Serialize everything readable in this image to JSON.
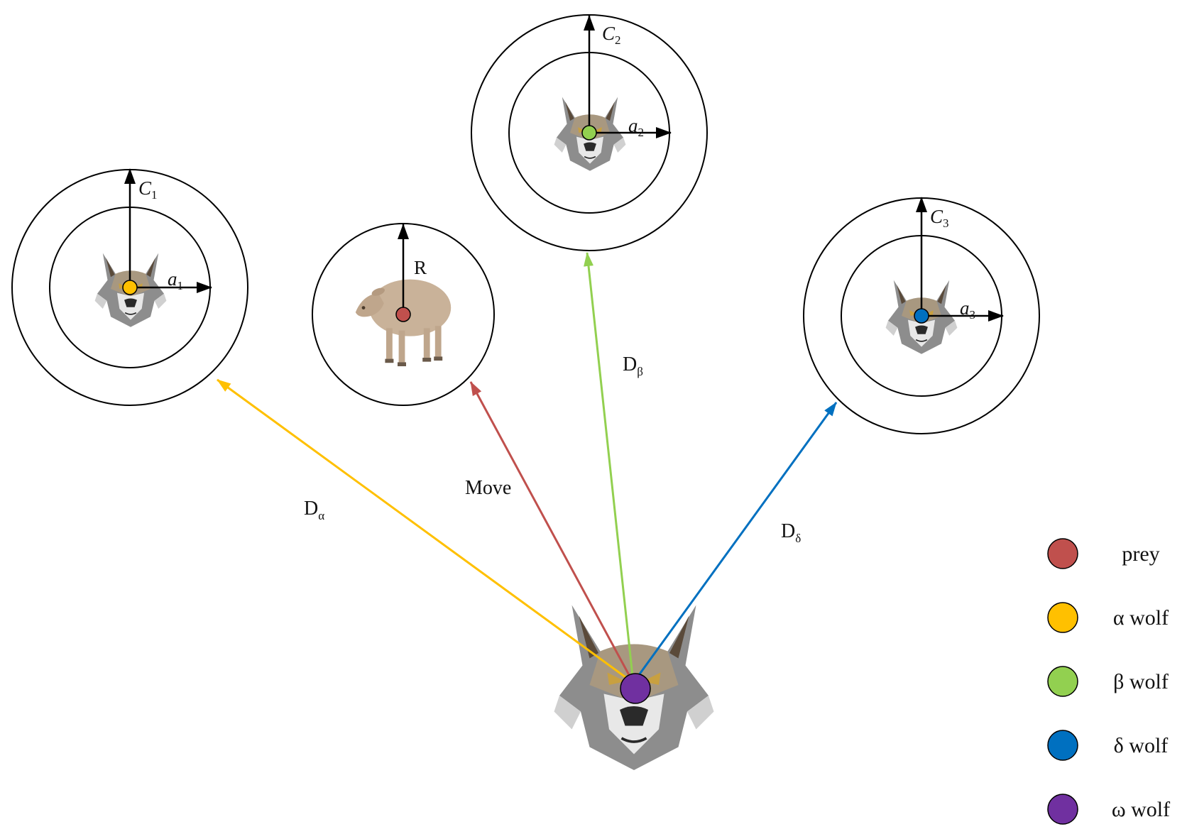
{
  "colors": {
    "prey": "#c0504d",
    "alpha": "#ffc000",
    "beta": "#92d050",
    "delta": "#0070c0",
    "omega": "#7030a0",
    "ring": "#000000"
  },
  "icons": {
    "wolf": "wolf-head-icon",
    "prey": "sheep-icon"
  },
  "nodes": {
    "alpha": {
      "vertical_label": "C",
      "vertical_sub": "1",
      "horizontal_label": "a",
      "horizontal_sub": "1"
    },
    "beta": {
      "vertical_label": "C",
      "vertical_sub": "2",
      "horizontal_label": "a",
      "horizontal_sub": "2"
    },
    "delta": {
      "vertical_label": "C",
      "vertical_sub": "3",
      "horizontal_label": "a",
      "horizontal_sub": "3"
    },
    "prey": {
      "vertical_label": "R"
    }
  },
  "edges": {
    "alpha": {
      "label": "D",
      "sub": "α"
    },
    "beta": {
      "label": "D",
      "sub": "β"
    },
    "delta": {
      "label": "D",
      "sub": "δ"
    },
    "prey": {
      "label": "Move"
    }
  },
  "legend": [
    {
      "key": "prey",
      "label": "prey"
    },
    {
      "key": "alpha",
      "label": "α wolf"
    },
    {
      "key": "beta",
      "label": "β wolf"
    },
    {
      "key": "delta",
      "label": "δ wolf"
    },
    {
      "key": "omega",
      "label": "ω wolf"
    }
  ]
}
